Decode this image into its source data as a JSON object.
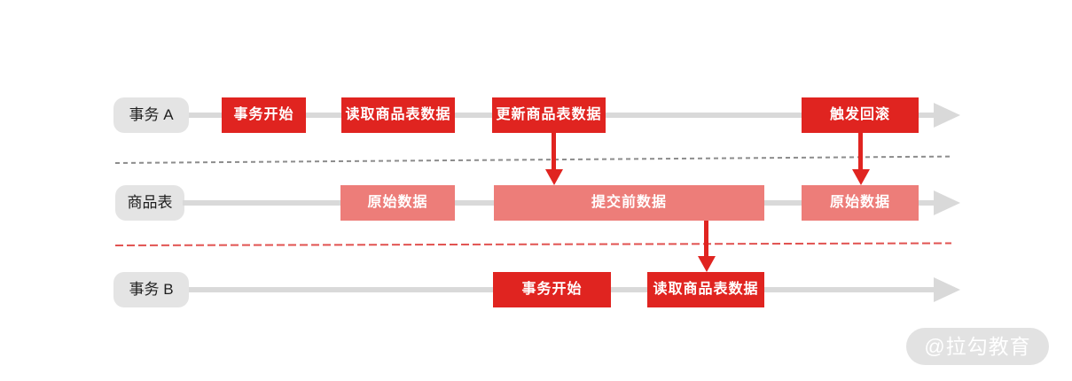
{
  "diagram": {
    "rows": [
      {
        "label": "事务 A",
        "boxes": [
          "事务开始",
          "读取商品表数据",
          "更新商品表数据",
          "触发回滚"
        ]
      },
      {
        "label": "商品表",
        "boxes": [
          "原始数据",
          "提交前数据",
          "原始数据"
        ]
      },
      {
        "label": "事务 B",
        "boxes": [
          "事务开始",
          "读取商品表数据"
        ]
      }
    ],
    "watermark": "@拉勾教育"
  },
  "colors": {
    "red": "#e02420",
    "salmon": "#ed7d79",
    "timeline": "#d9d9d9",
    "label_bg": "#e4e4e4",
    "label_text": "#1f1f1f",
    "gray_dash": "#8c8c8c",
    "red_dash": "#e15250",
    "watermark_bg": "#e2e2e2",
    "watermark_text": "#ffffff"
  }
}
